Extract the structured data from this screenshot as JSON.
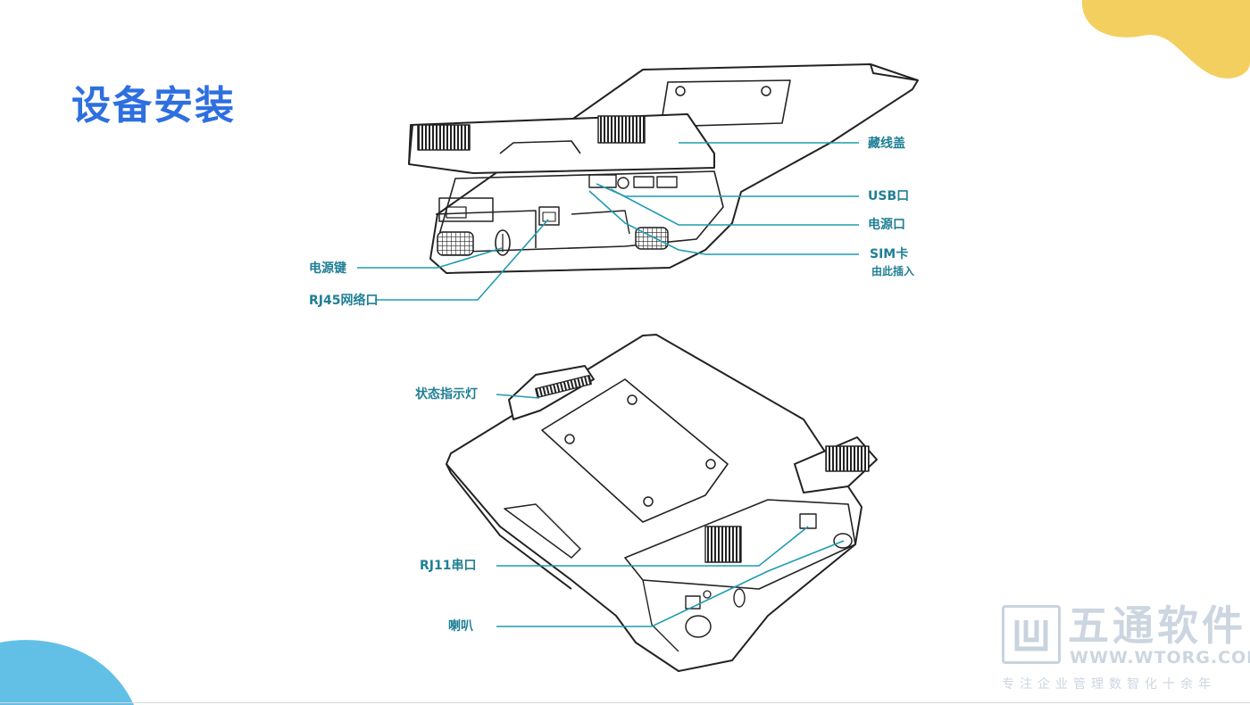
{
  "page": {
    "title": "设备安装"
  },
  "labels": {
    "cable_cover": "藏线盖",
    "usb_port": "USB口",
    "power_port": "电源口",
    "sim_card": "SIM卡",
    "sim_insert": "由此插入",
    "power_key": "电源键",
    "rj45_port": "RJ45网络口",
    "status_light": "状态指示灯",
    "rj11_port": "RJ11串口",
    "speaker": "喇叭"
  },
  "watermark": {
    "brand": "五通软件",
    "url": "WWW.WTORG.COM",
    "slogan": "专注企业管理数智化十余年"
  },
  "colors": {
    "title": "#2e6fe0",
    "callout": "#1f9bb0",
    "blob_yellow": "#f2cf5f",
    "blob_blue": "#62c0e6"
  }
}
